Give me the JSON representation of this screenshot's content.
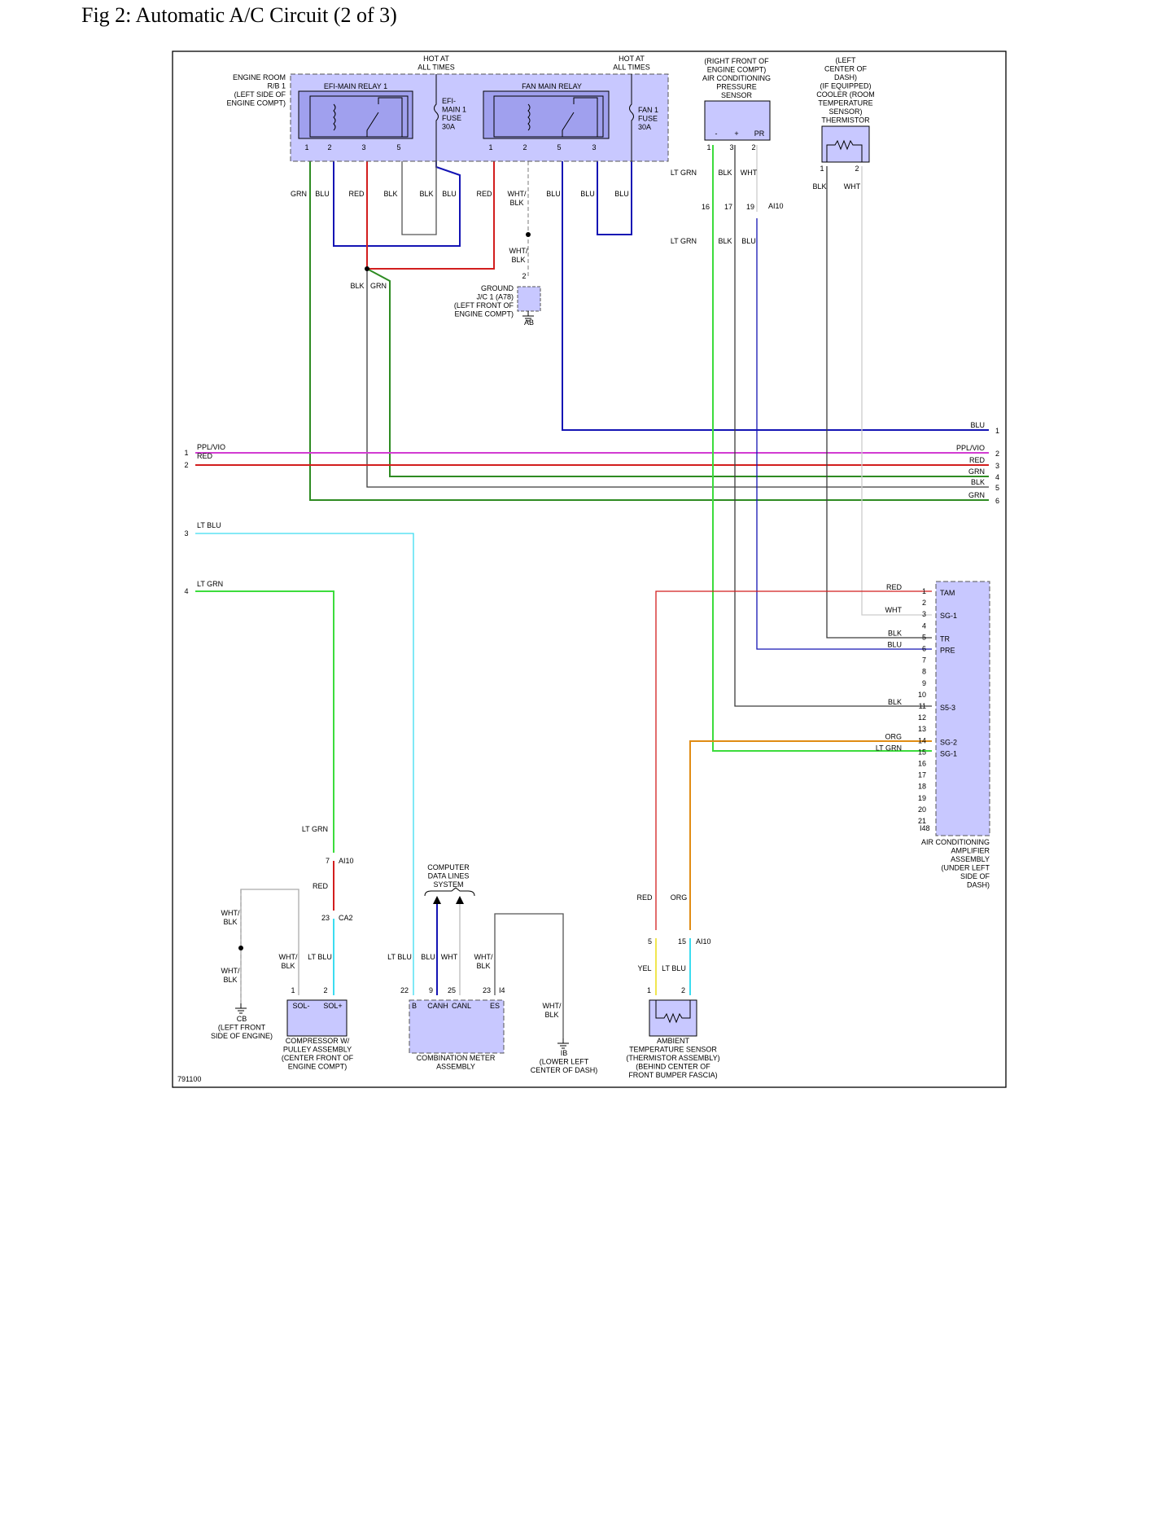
{
  "page": {
    "title": "Fig 2: Automatic A/C Circuit (2 of 3)",
    "figure_id": "791100"
  },
  "colors": {
    "component_fill": "#c8c8ff",
    "blu": "#1414b4",
    "red": "#d21e1e",
    "grn": "#2e8b22",
    "ltgrn": "#3cdc3c",
    "ltblu": "#3cdcf0",
    "ppl": "#d23cd2",
    "org": "#e08c14",
    "yel": "#f0e650",
    "wht": "#b4b4b4",
    "blk": "#3c3c3c"
  },
  "icons": [
    "ground-icon",
    "fuse-icon",
    "relay-coil-icon",
    "thermistor-icon"
  ],
  "labels": {
    "hot1": [
      "HOT AT",
      "ALL TIMES"
    ],
    "hot2": [
      "HOT AT",
      "ALL TIMES"
    ],
    "rb1": [
      "ENGINE ROOM",
      "R/B 1",
      "(LEFT SIDE OF",
      "ENGINE COMPT)"
    ],
    "efi_relay": "EFI-MAIN RELAY 1",
    "fan_relay": "FAN MAIN RELAY",
    "efi_fuse": [
      "EFI-",
      "MAIN 1",
      "FUSE",
      "30A"
    ],
    "fan_fuse": [
      "FAN 1",
      "FUSE",
      "30A"
    ],
    "pressure_sensor": [
      "(RIGHT FRONT OF",
      "ENGINE COMPT)",
      "AIR CONDITIONING",
      "PRESSURE",
      "SENSOR"
    ],
    "thermistor": [
      "(LEFT",
      "CENTER OF",
      "DASH)",
      "(IF EQUIPPED)",
      "COOLER (ROOM",
      "TEMPERATURE",
      "SENSOR)",
      "THERMISTOR"
    ],
    "ground_jc": [
      "GROUND",
      "J/C 1 (A78)",
      "(LEFT FRONT OF",
      "ENGINE COMPT)"
    ],
    "ab": "AB",
    "amplifier": [
      "AIR CONDITIONING",
      "AMPLIFIER",
      "ASSEMBLY",
      "(UNDER LEFT",
      "SIDE OF",
      "DASH)"
    ],
    "i48": "I48",
    "cdls": [
      "COMPUTER",
      "DATA LINES",
      "SYSTEM"
    ],
    "cb": [
      "CB",
      "(LEFT FRONT",
      "SIDE OF ENGINE)"
    ],
    "compressor": [
      "COMPRESSOR W/",
      "PULLEY ASSEMBLY",
      "(CENTER FRONT OF",
      "ENGINE COMPT)"
    ],
    "meter": [
      "COMBINATION METER",
      "ASSEMBLY"
    ],
    "ib": [
      "IB",
      "(LOWER LEFT",
      "CENTER OF DASH)"
    ],
    "ambient": [
      "AMBIENT",
      "TEMPERATURE SENSOR",
      "(THERMISTOR ASSEMBLY)",
      "(BEHIND CENTER OF",
      "FRONT BUMPER FASCIA)"
    ],
    "ai10_a": "AI10",
    "ai10_b": "AI10",
    "ai10_c": "AI10",
    "ca2": "CA2",
    "i4": "I4"
  },
  "pins": {
    "efi_relay": [
      "1",
      "2",
      "3",
      "5"
    ],
    "fan_relay": [
      "1",
      "2",
      "5",
      "3"
    ],
    "pressure": [
      "1",
      "3",
      "2"
    ],
    "pressure_terms": [
      "-",
      "+",
      "PR"
    ],
    "therm": [
      "1",
      "2"
    ],
    "ai10_top": [
      "16",
      "17",
      "19"
    ],
    "ground_pin": "2",
    "ai10_comp": "7",
    "ca2_pin": "23",
    "comp": [
      "1",
      "2"
    ],
    "comp_terms": [
      "SOL-",
      "SOL+"
    ],
    "meter": [
      "22",
      "9",
      "25",
      "23"
    ],
    "meter_terms": [
      "B",
      "CANH",
      "CANL",
      "ES"
    ],
    "amb_conn": [
      "5",
      "15"
    ],
    "amb": [
      "1",
      "2"
    ]
  },
  "wire_labels": {
    "relay_bottom": [
      "GRN",
      "BLU",
      "RED",
      "BLK",
      "BLK",
      "BLU",
      "RED",
      "WHT/",
      "BLK",
      "BLU",
      "BLU",
      "BLU"
    ],
    "pressure_wires": [
      "LT GRN",
      "BLK",
      "WHT"
    ],
    "pressure_wires2": [
      "LT GRN",
      "BLK",
      "BLU"
    ],
    "therm_wires": [
      "BLK",
      "WHT"
    ],
    "ground_wire": [
      "WHT/",
      "BLK"
    ],
    "splice_wires": [
      "BLK",
      "GRN"
    ],
    "comp_feed": [
      "LT GRN",
      "RED"
    ],
    "cb_wires": [
      "WHT/",
      "BLK",
      "WHT/",
      "BLK"
    ],
    "comp_wires": [
      "WHT/",
      "BLK",
      "LT BLU"
    ],
    "meter_wires": [
      "LT BLU",
      "BLU",
      "WHT",
      "WHT/",
      "BLK"
    ],
    "ib_wire": [
      "WHT/",
      "BLK"
    ],
    "amb_wires": [
      "RED",
      "ORG",
      "YEL",
      "LT BLU"
    ]
  },
  "left_off_page": [
    {
      "num": "1",
      "label": "PPL/VIO"
    },
    {
      "num": "2",
      "label": "RED"
    },
    {
      "num": "3",
      "label": "LT BLU"
    },
    {
      "num": "4",
      "label": "LT GRN"
    }
  ],
  "right_off_page": [
    {
      "num": "1",
      "label": "BLU"
    },
    {
      "num": "2",
      "label": "PPL/VIO"
    },
    {
      "num": "3",
      "label": "RED"
    },
    {
      "num": "4",
      "label": "GRN"
    },
    {
      "num": "5",
      "label": "BLK"
    },
    {
      "num": "6",
      "label": "GRN"
    }
  ],
  "amplifier_pins": [
    {
      "num": "1",
      "wire": "RED",
      "term": "TAM"
    },
    {
      "num": "2",
      "wire": "",
      "term": ""
    },
    {
      "num": "3",
      "wire": "WHT",
      "term": "SG-1"
    },
    {
      "num": "4",
      "wire": "",
      "term": ""
    },
    {
      "num": "5",
      "wire": "BLK",
      "term": "TR"
    },
    {
      "num": "6",
      "wire": "BLU",
      "term": "PRE"
    },
    {
      "num": "7",
      "wire": "",
      "term": ""
    },
    {
      "num": "8",
      "wire": "",
      "term": ""
    },
    {
      "num": "9",
      "wire": "",
      "term": ""
    },
    {
      "num": "10",
      "wire": "",
      "term": ""
    },
    {
      "num": "11",
      "wire": "BLK",
      "term": "S5-3"
    },
    {
      "num": "12",
      "wire": "",
      "term": ""
    },
    {
      "num": "13",
      "wire": "",
      "term": ""
    },
    {
      "num": "14",
      "wire": "ORG",
      "term": "SG-2"
    },
    {
      "num": "15",
      "wire": "LT GRN",
      "term": "SG-1"
    },
    {
      "num": "16",
      "wire": "",
      "term": ""
    },
    {
      "num": "17",
      "wire": "",
      "term": ""
    },
    {
      "num": "18",
      "wire": "",
      "term": ""
    },
    {
      "num": "19",
      "wire": "",
      "term": ""
    },
    {
      "num": "20",
      "wire": "",
      "term": ""
    },
    {
      "num": "21",
      "wire": "",
      "term": ""
    }
  ]
}
